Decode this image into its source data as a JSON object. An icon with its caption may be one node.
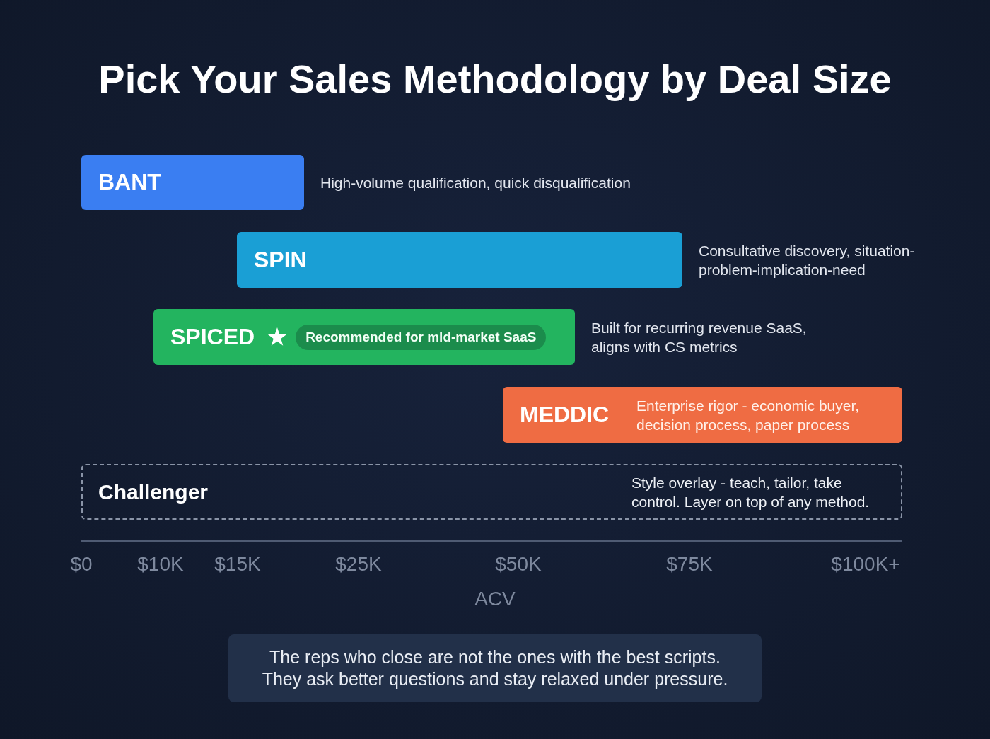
{
  "diagram": {
    "title": "Pick Your Sales Methodology by Deal Size",
    "nodes": [
      {
        "text": [
          "BANT"
        ],
        "beside": [
          "High-volume qualification, quick disqualification"
        ]
      },
      {
        "text": [
          "SPIN"
        ],
        "beside": [
          "Consultative discovery, situation-problem-implication-need"
        ]
      },
      {
        "text": [
          "SPICED"
        ],
        "beside": [
          "Built for recurring revenue SaaS, aligns with CS metrics"
        ]
      },
      {
        "text": [
          "Recommended for mid-market SaaS"
        ],
        "in": 2
      },
      {
        "text": [
          "MEDDIC",
          "Enterprise rigor - economic buyer, decision process, paper process"
        ]
      },
      {
        "text": [
          "Challenger",
          "Style overlay - teach, tailor, take control. Layer on top of any method."
        ]
      },
      {
        "text": [
          "The reps who close are not the ones with the best scripts. They ask better questions and stay relaxed under pressure."
        ]
      }
    ],
    "labels": [
      "$0",
      "$10K",
      "$15K",
      "$25K",
      "$50K",
      "$75K",
      "$100K+",
      "ACV"
    ]
  }
}
